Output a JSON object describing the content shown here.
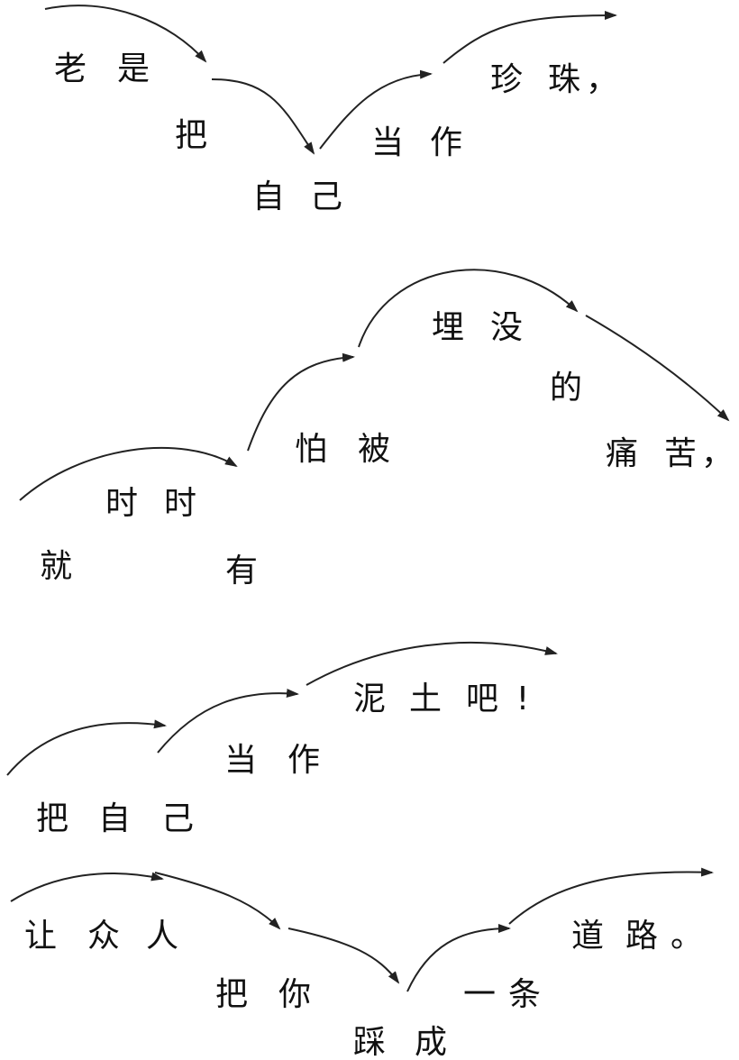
{
  "poem": {
    "stanza1": {
      "w1": "老",
      "w2": "是",
      "w3": "把",
      "w4": "自",
      "w5": "己",
      "w6": "当",
      "w7": "作",
      "w8": "珍",
      "w9": "珠",
      "w10": "，"
    },
    "stanza2": {
      "w1": "就",
      "w2": "时",
      "w3": "时",
      "w4": "有",
      "w5": "怕",
      "w6": "被",
      "w7": "埋",
      "w8": "没",
      "w9": "的",
      "w10": "痛",
      "w11": "苦",
      "w12": "，"
    },
    "stanza3": {
      "w1": "把",
      "w2": "自",
      "w3": "己",
      "w4": "当",
      "w5": "作",
      "w6": "泥",
      "w7": "土",
      "w8": "吧",
      "w9": "!"
    },
    "stanza4": {
      "w1": "让",
      "w2": "众",
      "w3": "人",
      "w4": "把",
      "w5": "你",
      "w6": "踩",
      "w7": "成",
      "w8": "一",
      "w9": "条",
      "w10": "道",
      "w11": "路",
      "w12": "。"
    }
  },
  "colors": {
    "ink": "#111111"
  }
}
